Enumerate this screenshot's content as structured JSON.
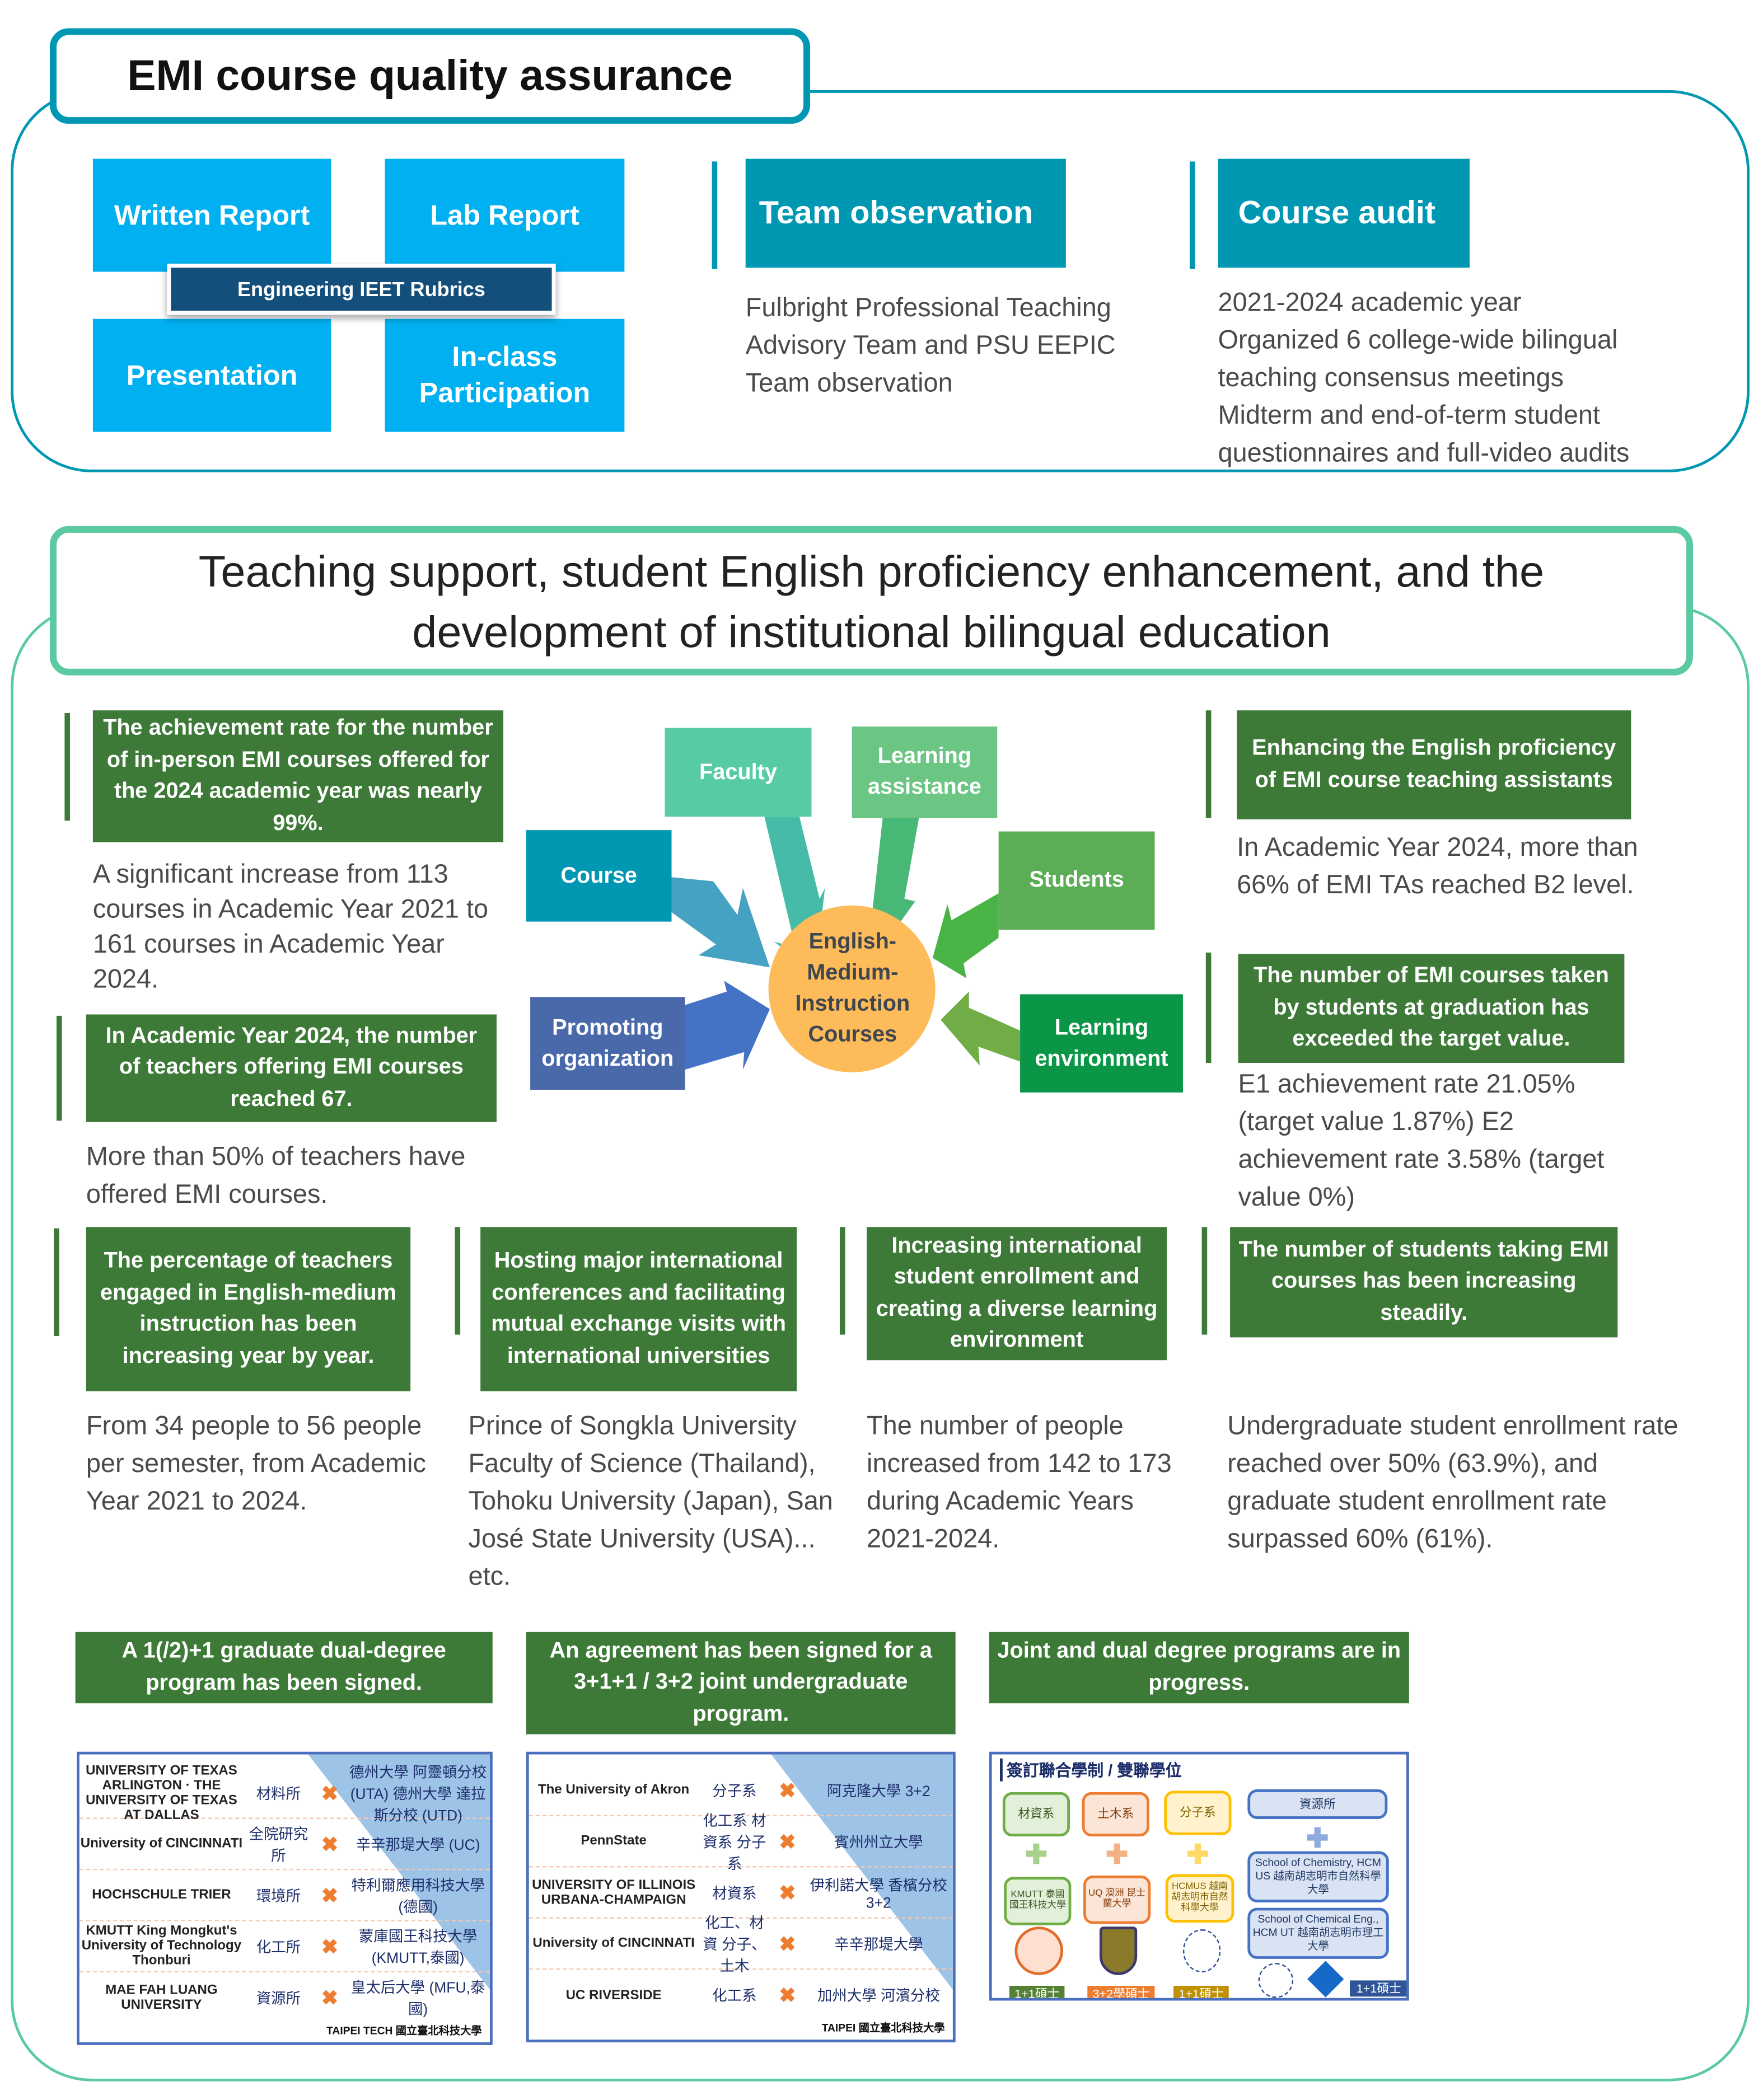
{
  "qa": {
    "title": "EMI course quality assurance",
    "rubric_items": [
      "Written Report",
      "Lab Report",
      "Presentation",
      "In-class Participation"
    ],
    "rubric_label": "Engineering IEET Rubrics",
    "team_observation": {
      "title": "Team observation",
      "text": "Fulbright Professional Teaching Advisory Team and PSU EEPIC Team observation"
    },
    "course_audit": {
      "title": "Course audit",
      "lines": [
        "2021-2024 academic year",
        "Organized 6 college-wide bilingual teaching consensus meetings",
        "Midterm and end-of-term student questionnaires and full-video audits"
      ]
    }
  },
  "support": {
    "title": "Teaching support, student English proficiency enhancement, and the development of institutional bilingual education",
    "blocks": [
      {
        "heading": "The achievement rate for the number of in-person EMI courses offered for the 2024 academic year was nearly 99%.",
        "text": "A significant increase from 113 courses in Academic Year 2021 to 161 courses in Academic Year 2024."
      },
      {
        "heading": "In Academic Year 2024, the number of teachers offering EMI courses reached 67.",
        "text": "More than 50% of teachers have offered EMI courses."
      },
      {
        "heading": "Enhancing the English proficiency of EMI course teaching assistants",
        "text": "In Academic Year 2024, more than 66% of EMI TAs reached B2 level."
      },
      {
        "heading": "The number of EMI courses taken by students at graduation has exceeded the target value.",
        "text": "E1 achievement rate 21.05% (target value 1.87%) E2 achievement rate 3.58% (target value 0%)"
      },
      {
        "heading": "The percentage of teachers engaged in English-medium instruction has been increasing year by year.",
        "text": "From 34 people to 56 people per semester, from Academic Year 2021 to 2024."
      },
      {
        "heading": "Hosting major international conferences and facilitating mutual exchange visits with international universities",
        "text": "Prince of Songkla University Faculty of Science (Thailand), Tohoku University (Japan), San José State University (USA)... etc."
      },
      {
        "heading": "Increasing international student enrollment and creating a diverse learning environment",
        "text": "The number of people increased from 142 to 173 during Academic Years 2021-2024."
      },
      {
        "heading": "The number of students taking EMI courses has been increasing steadily.",
        "text": "Undergraduate student enrollment rate reached over 50% (63.9%), and graduate student enrollment rate surpassed 60% (61%)."
      }
    ],
    "diagram": {
      "center": "English-Medium-Instruction Courses",
      "nodes": [
        "Course",
        "Faculty",
        "Learning assistance",
        "Students",
        "Promoting organization",
        "Learning environment"
      ],
      "colors": [
        "#0097b2",
        "#57cba6",
        "#6bc583",
        "#5bae55",
        "#4a69aa",
        "#0a9646"
      ],
      "center_color": "#fdbb59"
    },
    "programs": [
      {
        "heading": "A 1(/2)+1 graduate dual-degree program has been signed."
      },
      {
        "heading": "An agreement has been signed for a 3+1+1 / 3+2 joint undergraduate program."
      },
      {
        "heading": "Joint and dual degree programs are in progress."
      }
    ]
  },
  "panel1": {
    "rows": [
      {
        "logo": "UNIVERSITY OF TEXAS ARLINGTON · THE UNIVERSITY OF TEXAS AT DALLAS",
        "dept": "材料所",
        "partner": "德州大學 阿靈頓分校 (UTA) 德州大學 達拉斯分校 (UTD)"
      },
      {
        "logo": "University of CINCINNATI",
        "dept": "全院研究所",
        "partner": "辛辛那堤大學 (UC)"
      },
      {
        "logo": "HOCHSCHULE TRIER",
        "dept": "環境所",
        "partner": "特利爾應用科技大學 (德國)"
      },
      {
        "logo": "KMUTT King Mongkut's University of Technology Thonburi",
        "dept": "化工所",
        "partner": "蒙庫國王科技大學 (KMUTT,泰國)"
      },
      {
        "logo": "MAE FAH LUANG UNIVERSITY",
        "dept": "資源所",
        "partner": "皇太后大學 (MFU,泰國)"
      }
    ],
    "footer": "TAIPEI TECH 國立臺北科技大學"
  },
  "panel2": {
    "rows": [
      {
        "logo": "The University of Akron",
        "dept": "分子系",
        "partner": "阿克隆大學 3+2"
      },
      {
        "logo": "PennState",
        "dept": "化工系 材資系 分子系",
        "partner": "賓州州立大學"
      },
      {
        "logo": "UNIVERSITY OF ILLINOIS URBANA-CHAMPAIGN",
        "dept": "材資系",
        "partner": "伊利諾大學 香檳分校 3+2"
      },
      {
        "logo": "University of CINCINNATI",
        "dept": "化工、材資 分子、土木",
        "partner": "辛辛那堤大學"
      },
      {
        "logo": "UC RIVERSIDE",
        "dept": "化工系",
        "partner": "加州大學 河濱分校"
      }
    ],
    "footer": "TAIPEI 國立臺北科技大學"
  },
  "panel3": {
    "title": "簽訂聯合學制 / 雙聯學位",
    "depts": [
      "材資系",
      "土木系",
      "分子系",
      "資源所"
    ],
    "partners": [
      "KMUTT 泰國 國王科技大學",
      "UQ 澳洲 昆士蘭大學",
      "HCMUS 越南胡志明市自然科學大學",
      "School of Chemistry, HCM US 越南胡志明市自然科學大學",
      "School of Chemical Eng., HCM UT 越南胡志明市理工大學"
    ],
    "tags": [
      "1+1碩士",
      "3+2學碩士",
      "1+1碩士",
      "1+1碩士"
    ]
  },
  "colors": {
    "teal": "#0097b2",
    "sky": "#00b0f0",
    "green_frame": "#5ccaa0",
    "dark_green": "#3d7a37",
    "panel_border": "#4a6fbf",
    "cross": "#ed7d31"
  }
}
